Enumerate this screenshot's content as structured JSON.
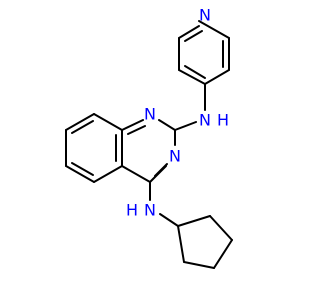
{
  "figure": {
    "kind": "chemical-structure"
  },
  "colors": {
    "background": "#ffffff",
    "bond": "#000000",
    "nitrogen": "#0000ff"
  },
  "atoms": {
    "n_pyridine": "N",
    "n_amine_top": "N",
    "h_amine_top": "H",
    "n_ring_top": "N",
    "n_ring_bottom": "N",
    "n_amine_bottom": "N",
    "h_amine_bottom": "H"
  }
}
